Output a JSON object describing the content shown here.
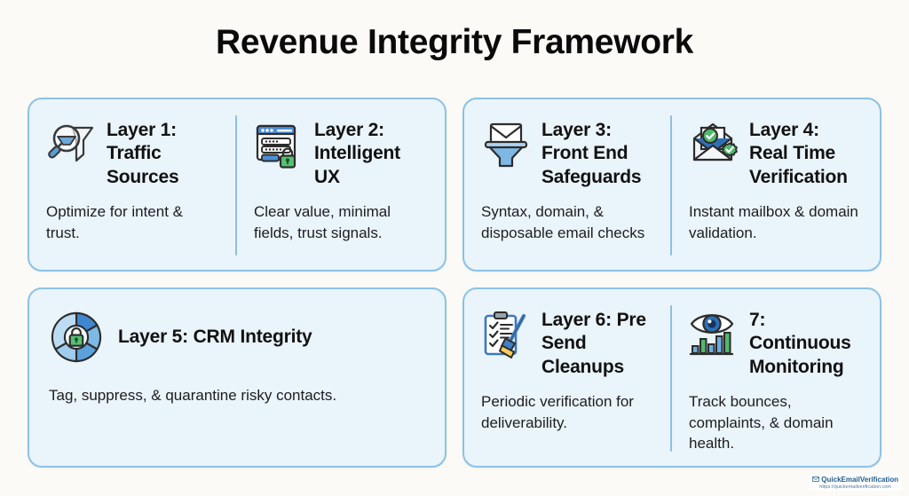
{
  "page": {
    "title": "Revenue Integrity Framework",
    "background_color": "#fbfaf7",
    "accent_color": "#8cc2e4",
    "card_fill_color": "#eaf4fb",
    "green_color": "#4caf6d"
  },
  "panels": [
    {
      "id": "panel-top-left",
      "cells": [
        {
          "icon": "magnifier-funnel-icon",
          "title": "Layer 1: Traffic Sources",
          "body": "Optimize for intent & trust."
        },
        {
          "icon": "form-window-lock-icon",
          "title": "Layer 2: Intelligent UX",
          "body": "Clear value, minimal fields, trust signals."
        }
      ]
    },
    {
      "id": "panel-top-right",
      "cells": [
        {
          "icon": "envelope-funnel-icon",
          "title": "Layer 3: Front End Safeguards",
          "body": "Syntax, domain, & disposable email checks"
        },
        {
          "icon": "envelope-check-badge-icon",
          "title": "Layer 4: Real Time Verification",
          "body": "Instant mailbox & domain validation."
        }
      ]
    },
    {
      "id": "panel-bottom-left",
      "cells": [
        {
          "icon": "donut-chart-lock-icon",
          "title": "Layer 5: CRM Integrity",
          "body": "Tag, suppress, & quarantine risky contacts."
        }
      ]
    },
    {
      "id": "panel-bottom-right",
      "cells": [
        {
          "icon": "clipboard-broom-icon",
          "title": "Layer 6: Pre Send Cleanups",
          "body": "Periodic verification for deliverability."
        },
        {
          "icon": "eye-bar-chart-icon",
          "title": "7: Continuous Monitoring",
          "body": "Track bounces, complaints, & domain health."
        }
      ]
    }
  ],
  "watermark": {
    "icon": "envelope-icon",
    "brand": "QuickEmailVerification",
    "url": "https://quickemailverification.com"
  }
}
